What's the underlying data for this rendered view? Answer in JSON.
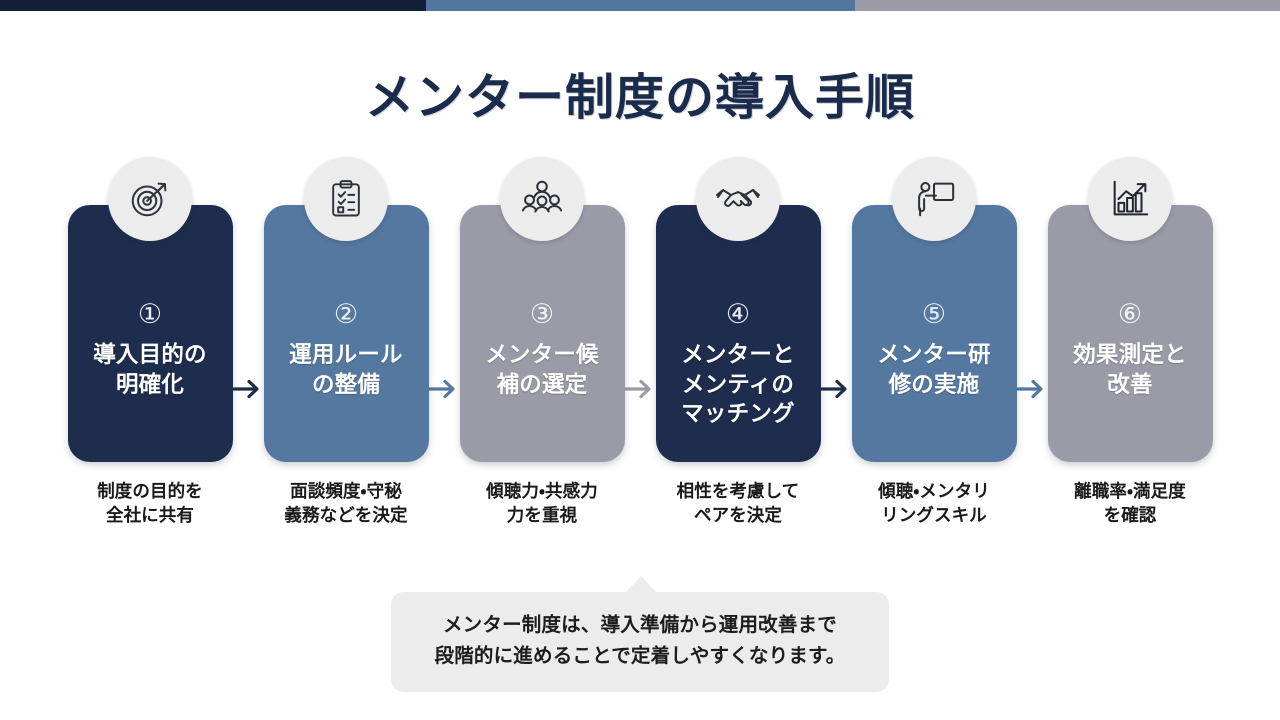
{
  "topbar": {
    "segments": [
      {
        "name": "navy",
        "color": "#141f3a"
      },
      {
        "name": "steel",
        "color": "#52769d"
      },
      {
        "name": "gray",
        "color": "#9b9ba5"
      }
    ]
  },
  "title": "メンター制度の導入手順",
  "steps": [
    {
      "number": "①",
      "icon": "target-icon",
      "title_lines": [
        "導入目的の",
        "明確化"
      ],
      "caption_lines": [
        "制度の目的を",
        "全社に共有"
      ],
      "theme": "navy",
      "color": "#1e2d4d"
    },
    {
      "number": "②",
      "icon": "clipboard-checklist-icon",
      "title_lines": [
        "運用ルール",
        "の整備"
      ],
      "caption_lines": [
        "面談頻度・守秘",
        "義務などを決定"
      ],
      "theme": "steel",
      "color": "#5578a0"
    },
    {
      "number": "③",
      "icon": "people-group-icon",
      "title_lines": [
        "メンター候",
        "補の選定"
      ],
      "caption_lines": [
        "傾聴力・共感力",
        "力を重視"
      ],
      "theme": "gray",
      "color": "#9b9ba8"
    },
    {
      "number": "④",
      "icon": "handshake-icon",
      "title_lines": [
        "メンターと",
        "メンティの",
        "マッチング"
      ],
      "caption_lines": [
        "相性を考慮して",
        "ペアを決定"
      ],
      "theme": "navy",
      "color": "#1e2d4d"
    },
    {
      "number": "⑤",
      "icon": "presenter-whiteboard-icon",
      "title_lines": [
        "メンター研",
        "修の実施"
      ],
      "caption_lines": [
        "傾聴・メンタリ",
        "リングスキル"
      ],
      "theme": "steel",
      "color": "#5578a0"
    },
    {
      "number": "⑥",
      "icon": "bar-chart-growth-icon",
      "title_lines": [
        "効果測定と",
        "改善"
      ],
      "caption_lines": [
        "離職率・満足度",
        "を確認"
      ],
      "theme": "gray",
      "color": "#9b9ba8"
    }
  ],
  "arrows": [
    {
      "name": "arrow-1-to-2",
      "icon": "arrow-right-icon",
      "color": "#1e2d4d"
    },
    {
      "name": "arrow-2-to-3",
      "icon": "arrow-right-icon",
      "color": "#5578a0"
    },
    {
      "name": "arrow-3-to-4",
      "icon": "arrow-right-icon",
      "color": "#9b9ba8"
    },
    {
      "name": "arrow-4-to-5",
      "icon": "arrow-right-icon",
      "color": "#1e2d4d"
    },
    {
      "name": "arrow-5-to-6",
      "icon": "arrow-right-icon",
      "color": "#5578a0"
    }
  ],
  "callout": {
    "line1": "メンター制度は、導入準備から運用改善まで",
    "line2": "段階的に進めることで定着しやすくなります。",
    "background": "#ececec"
  }
}
